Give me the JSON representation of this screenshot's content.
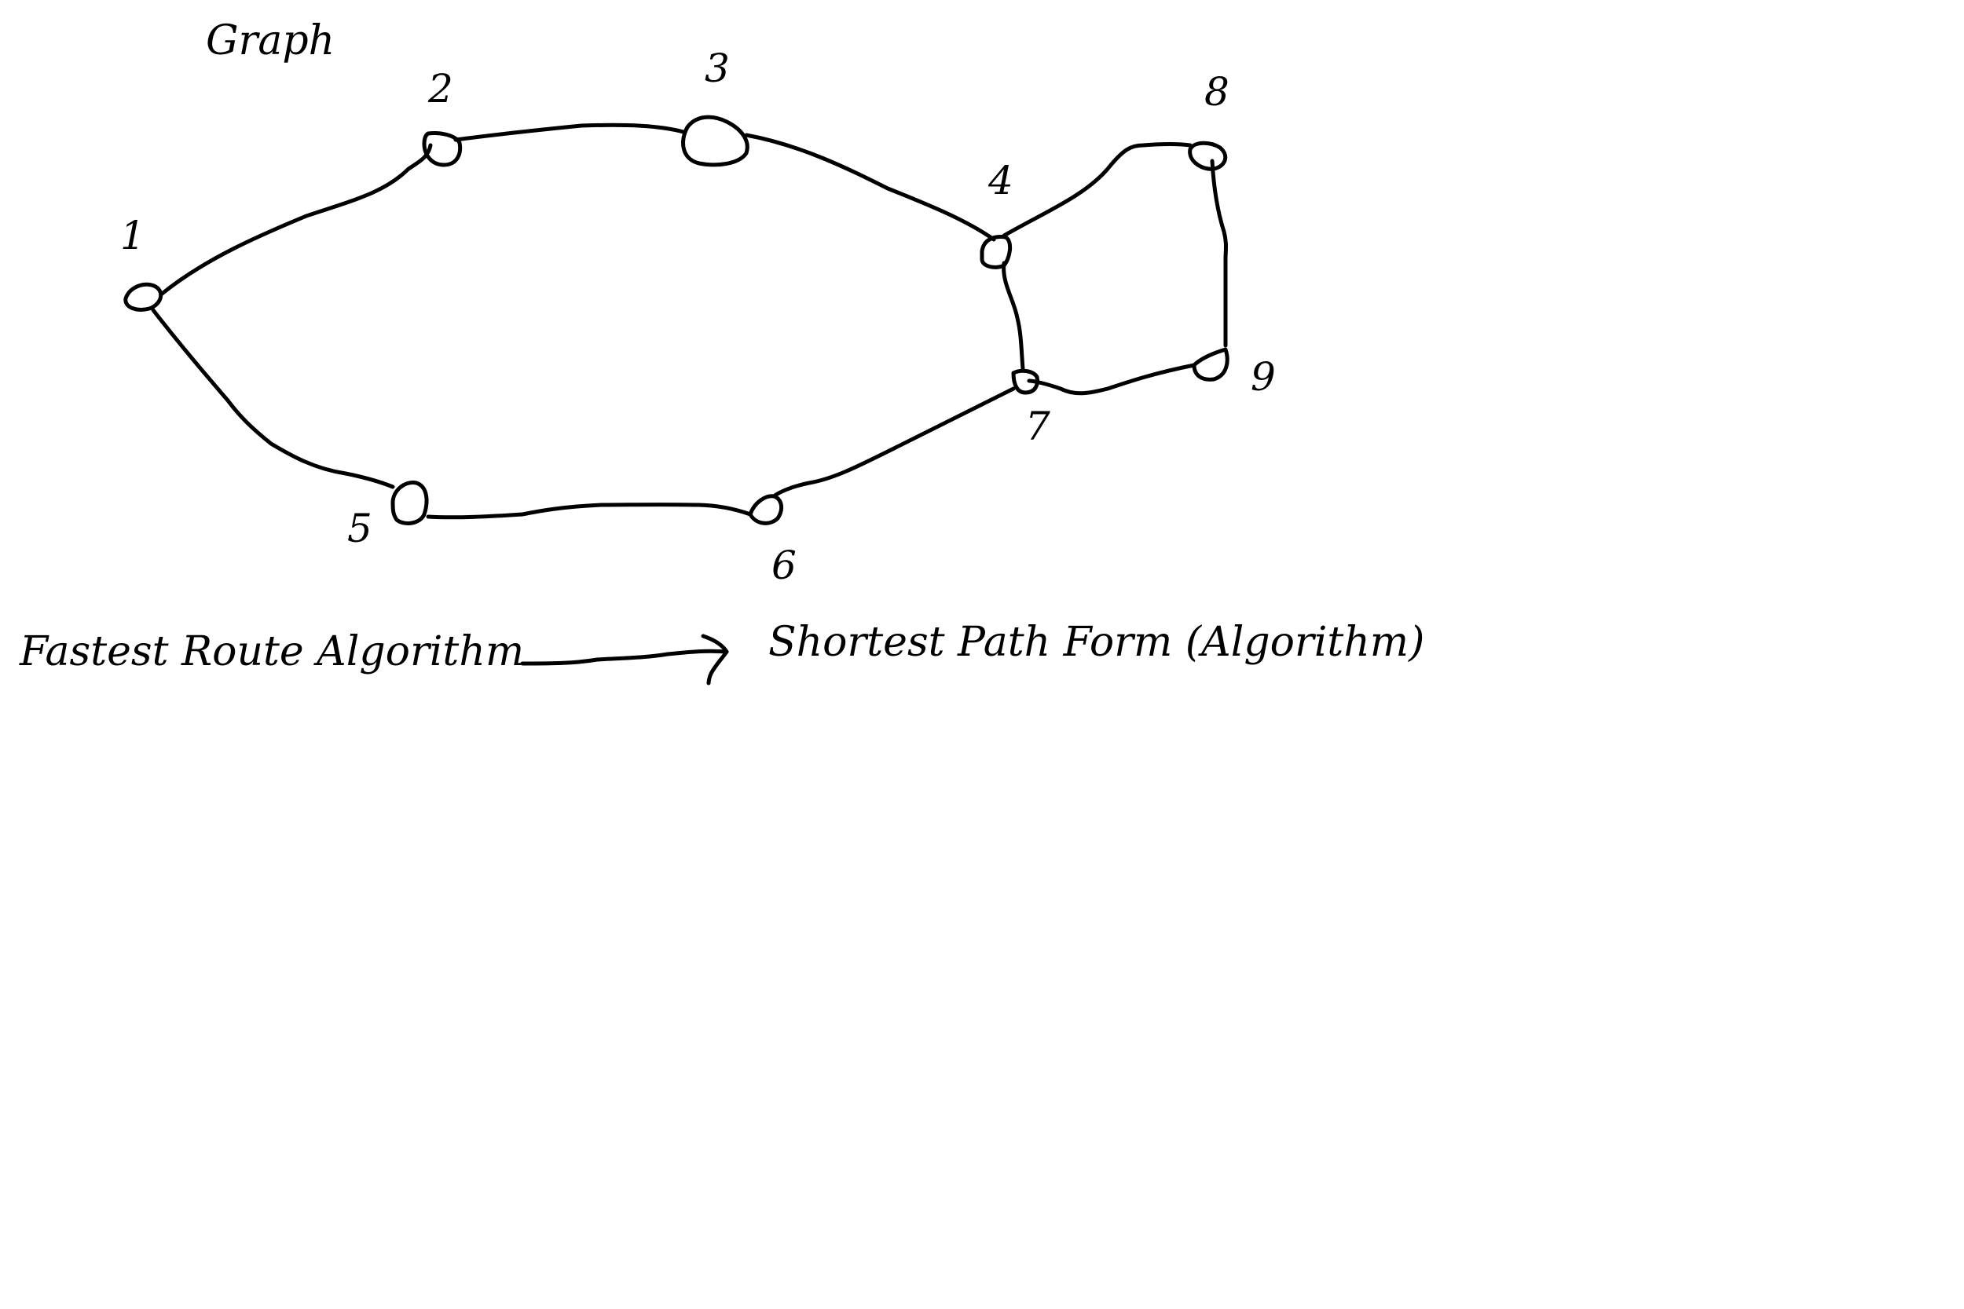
{
  "diagram": {
    "title": "Graph",
    "nodes": [
      {
        "id": "1",
        "label": "1"
      },
      {
        "id": "2",
        "label": "2"
      },
      {
        "id": "3",
        "label": "3"
      },
      {
        "id": "4",
        "label": "4"
      },
      {
        "id": "5",
        "label": "5"
      },
      {
        "id": "6",
        "label": "6"
      },
      {
        "id": "7",
        "label": "7"
      },
      {
        "id": "8",
        "label": "8"
      },
      {
        "id": "9",
        "label": "9"
      }
    ],
    "edges": [
      [
        "1",
        "2"
      ],
      [
        "2",
        "3"
      ],
      [
        "3",
        "4"
      ],
      [
        "4",
        "8"
      ],
      [
        "8",
        "9"
      ],
      [
        "9",
        "7"
      ],
      [
        "4",
        "7"
      ],
      [
        "7",
        "6"
      ],
      [
        "6",
        "5"
      ],
      [
        "5",
        "1"
      ]
    ]
  },
  "flow": {
    "from_label": "Fastest Route Algorithm",
    "to_label": "Shortest Path Form (Algorithm)"
  },
  "colors": {
    "ink": "#000000",
    "background": "#ffffff"
  }
}
